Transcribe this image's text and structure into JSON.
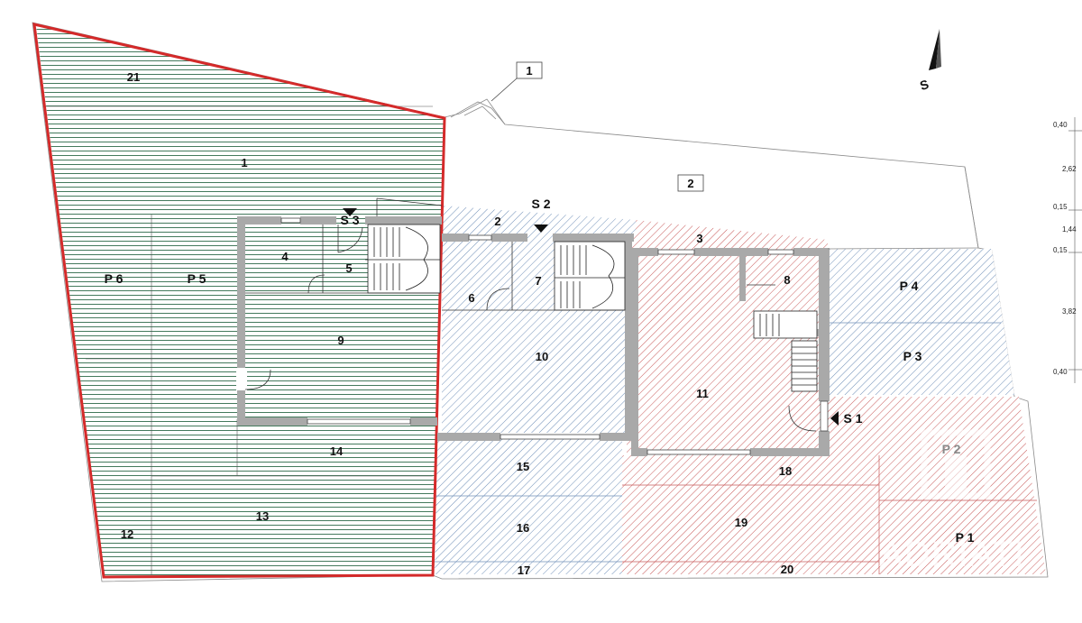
{
  "plan": {
    "north_label": "S",
    "labels": {
      "r21": "21",
      "r1": "1",
      "r2": "2",
      "r3": "3",
      "r4": "4",
      "r5": "5",
      "r6": "6",
      "r7": "7",
      "r8": "8",
      "r9": "9",
      "r10": "10",
      "r11": "11",
      "r12": "12",
      "r13": "13",
      "r14": "14",
      "r15": "15",
      "r16": "16",
      "r17": "17",
      "r18": "18",
      "r19": "19",
      "r20": "20",
      "p1": "P 1",
      "p2": "P 2",
      "p3": "P 3",
      "p4": "P 4",
      "p5": "P 5",
      "p6": "P 6",
      "s1": "S 1",
      "s2": "S 2",
      "s3": "S 3",
      "box1": "1",
      "box2": "2"
    },
    "dimensions": [
      "0,40",
      "2,62",
      "0,15",
      "1,44",
      "0,15",
      "3,82",
      "0,40"
    ],
    "watermark": "ADRIATI",
    "colors": {
      "green": "#2f6b4a",
      "blue": "#6f8fb8",
      "red": "#c85a5a",
      "boundary": "#d42a2a",
      "wall": "#a9a9a9"
    }
  }
}
